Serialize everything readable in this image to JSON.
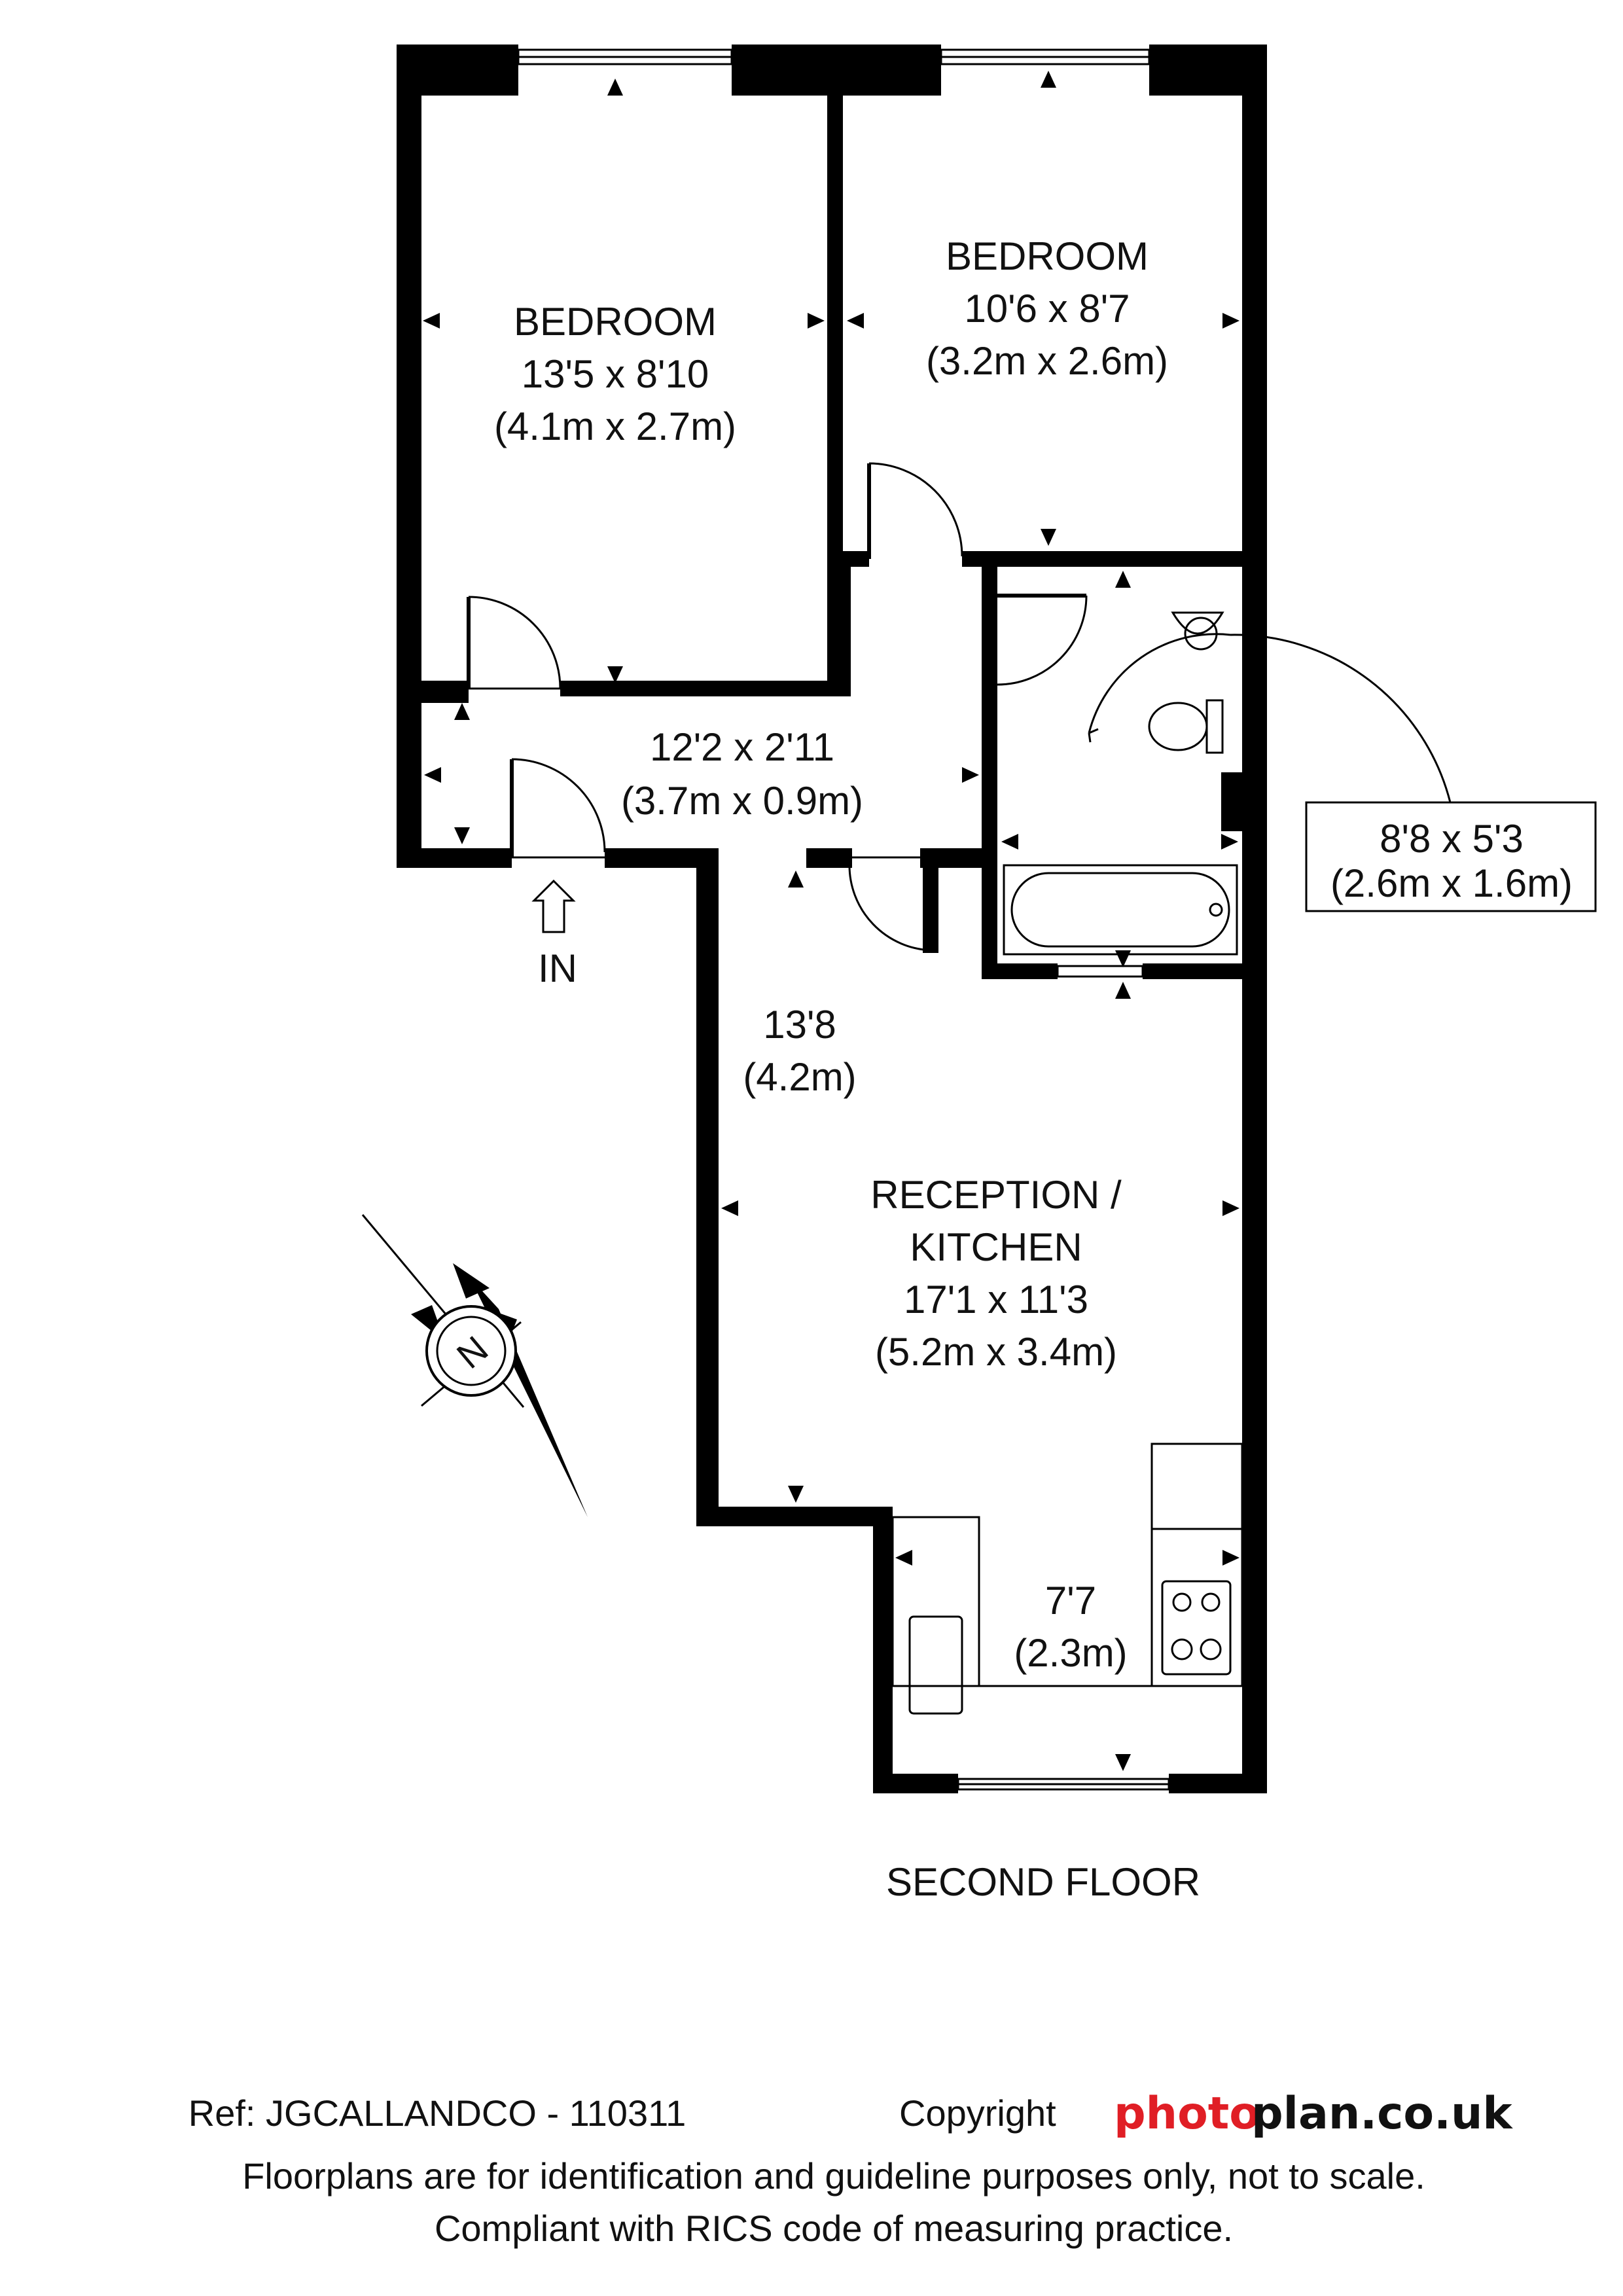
{
  "rooms": [
    {
      "name": "BEDROOM",
      "size_imperial": "13'5 x 8'10",
      "size_metric": "(4.1m x 2.7m)"
    },
    {
      "name": "BEDROOM",
      "size_imperial": "10'6 x 8'7",
      "size_metric": "(3.2m x 2.6m)"
    },
    {
      "name": "",
      "size_imperial": "12'2 x 2'11",
      "size_metric": "(3.7m x 0.9m)"
    },
    {
      "name": "",
      "size_imperial": "8'8 x 5'3",
      "size_metric": "(2.6m x 1.6m)"
    },
    {
      "name_line1": "RECEPTION /",
      "name_line2": "KITCHEN",
      "size_imperial": "17'1 x 11'3",
      "size_metric": "(5.2m x 3.4m)"
    }
  ],
  "dimensions": {
    "reception_depth_imperial": "13'8",
    "reception_depth_metric": "(4.2m)",
    "kitchen_width_imperial": "7'7",
    "kitchen_width_metric": "(2.3m)"
  },
  "entrance_label": "IN",
  "compass_label": "N",
  "floor_label": "SECOND FLOOR",
  "footer": {
    "ref": "Ref: JGCALLANDCO - 110311",
    "copyright": "Copyright",
    "brand_photo": "photo",
    "brand_plan": "plan.co.uk",
    "disclaimer": "Floorplans are for identification and guideline purposes only, not to scale.",
    "compliance": "Compliant with RICS code of measuring practice."
  },
  "colors": {
    "wall": "#000000",
    "brand_photo": "#e01e25",
    "brand_plan": "#111111"
  }
}
